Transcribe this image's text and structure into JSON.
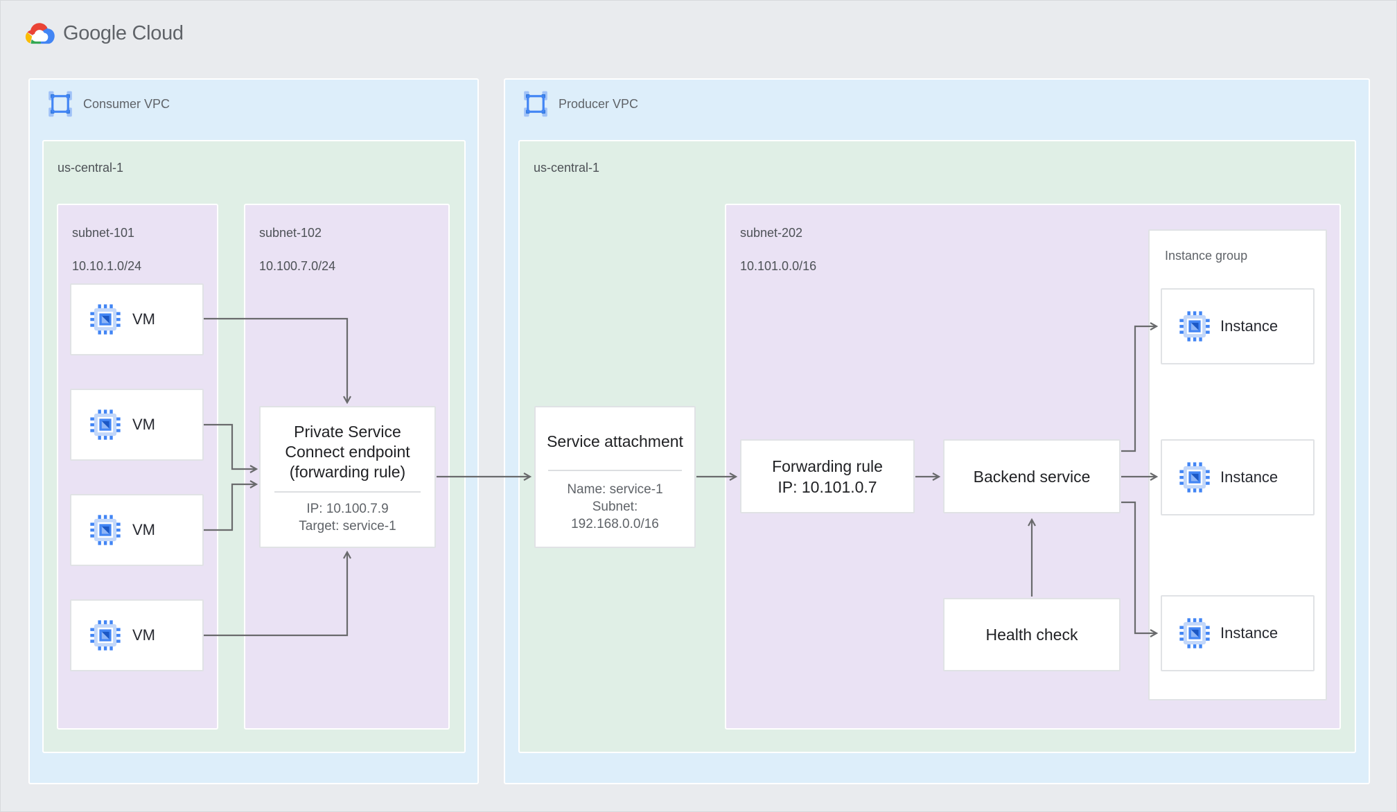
{
  "brand": {
    "logo_text": "Google Cloud"
  },
  "colors": {
    "page_bg": "#e9ebee",
    "vpc_bg": "#ddeefa",
    "region_bg": "#e0efe6",
    "subnet_bg": "#eae2f4",
    "node_border": "#e0e2e5",
    "arrow": "#696a6c",
    "google_blue": "#4285f4",
    "google_red": "#ea4335",
    "google_yellow": "#fbbc04",
    "google_green": "#34a853",
    "title_text": "#202124",
    "muted_text": "#5f6368"
  },
  "consumer_vpc": {
    "label": "Consumer VPC",
    "region_label": "us-central-1",
    "subnets": [
      {
        "name": "subnet-101",
        "cidr": "10.10.1.0/24"
      },
      {
        "name": "subnet-102",
        "cidr": "10.100.7.0/24"
      }
    ],
    "vms": [
      {
        "label": "VM"
      },
      {
        "label": "VM"
      },
      {
        "label": "VM"
      },
      {
        "label": "VM"
      }
    ],
    "psc_endpoint": {
      "title_line1": "Private Service",
      "title_line2": "Connect endpoint",
      "title_line3": "(forwarding rule)",
      "detail_ip": "IP: 10.100.7.9",
      "detail_target": "Target: service-1"
    }
  },
  "producer_vpc": {
    "label": "Producer VPC",
    "region_label": "us-central-1",
    "subnet": {
      "name": "subnet-202",
      "cidr": "10.101.0.0/16"
    },
    "service_attachment": {
      "title": "Service attachment",
      "detail_name": "Name: service-1",
      "detail_subnet_label": "Subnet:",
      "detail_subnet_cidr": "192.168.0.0/16"
    },
    "forwarding_rule": {
      "title": "Forwarding rule",
      "ip": "IP: 10.101.0.7"
    },
    "backend_service": {
      "title": "Backend service"
    },
    "health_check": {
      "title": "Health check"
    },
    "instance_group": {
      "label": "Instance group",
      "instances": [
        {
          "label": "Instance"
        },
        {
          "label": "Instance"
        },
        {
          "label": "Instance"
        }
      ]
    }
  }
}
